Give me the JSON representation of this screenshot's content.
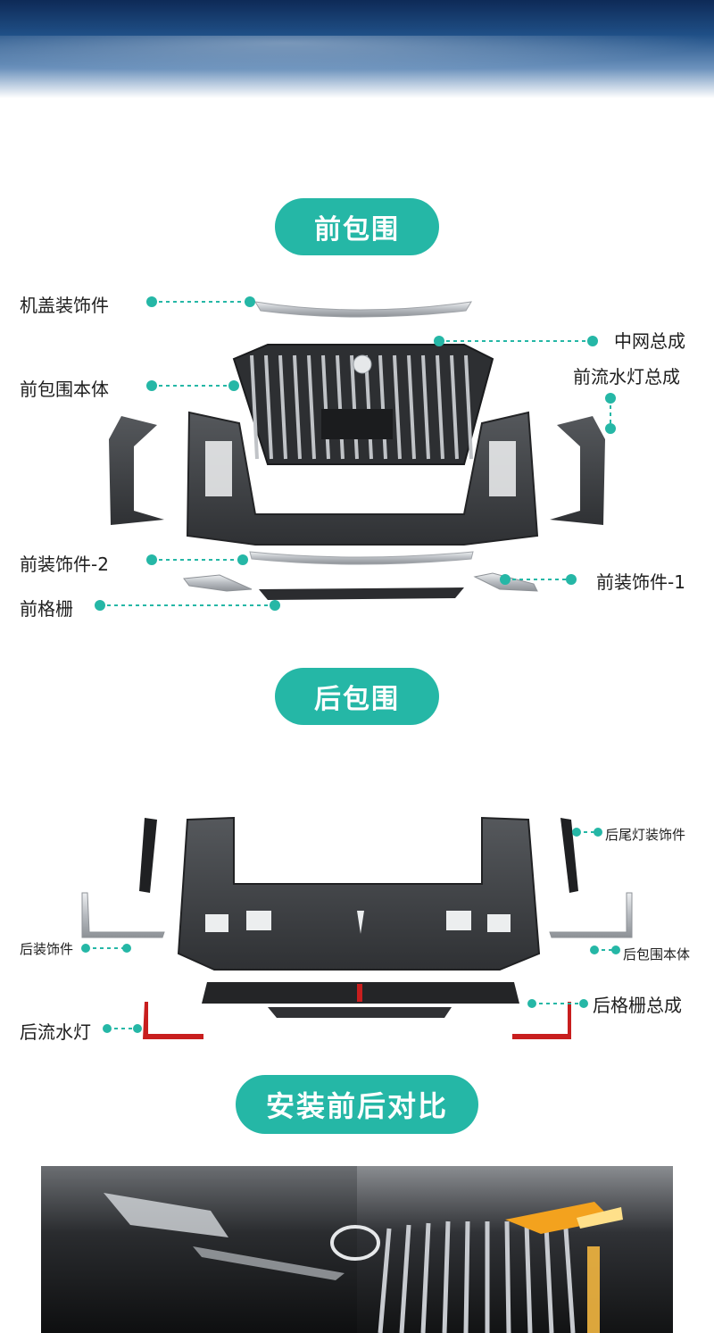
{
  "sections": {
    "front": {
      "title": "前包围"
    },
    "rear": {
      "title": "后包围"
    },
    "compare": {
      "title": "安装前后对比"
    }
  },
  "front_labels": {
    "hood_trim": "机盖装饰件",
    "grille_assembly": "中网总成",
    "bumper_body": "前包围本体",
    "drl_assembly": "前流水灯总成",
    "trim_2": "前装饰件-2",
    "trim_1": "前装饰件-1",
    "front_grille": "前格栅"
  },
  "rear_labels": {
    "taillight_trim": "后尾灯装饰件",
    "rear_trim": "后装饰件",
    "rear_body": "后包围本体",
    "rear_drl": "后流水灯",
    "rear_grille_assembly": "后格栅总成"
  },
  "colors": {
    "accent": "#25b7a6",
    "dash": "#25b7a6",
    "text": "#1e1e1e",
    "part_dark": "#3a3c3f",
    "chrome": "#c9ccd0",
    "red_light": "#c81e1e"
  }
}
